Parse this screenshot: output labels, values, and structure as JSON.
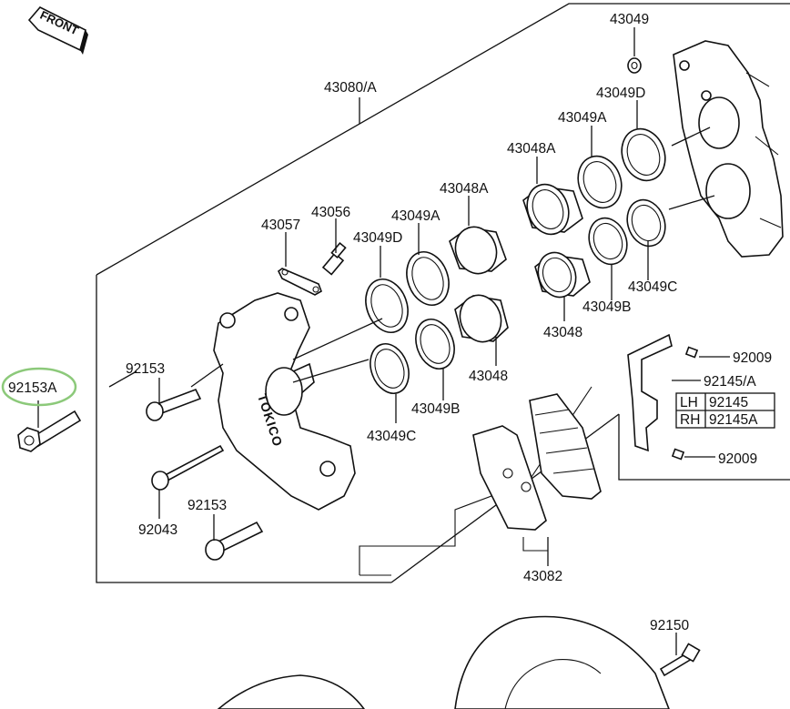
{
  "front_label": "FRONT",
  "caliper_brand": "TOKICO",
  "colors": {
    "highlight": "#8cc97a",
    "ink": "#111111"
  },
  "parts": {
    "p43049_top": "43049",
    "p43080": "43080/A",
    "p43049D_r": "43049D",
    "p43049A_r": "43049A",
    "p43048A_r": "43048A",
    "p43048A_l": "43048A",
    "p43056": "43056",
    "p43057": "43057",
    "p43049A_l": "43049A",
    "p43049D_l": "43049D",
    "p92153_u": "92153",
    "p92153A": "92153A",
    "p43049C_r": "43049C",
    "p43049B_r": "43049B",
    "p43048_r": "43048",
    "p43048_l": "43048",
    "p43049B_l": "43049B",
    "p43049C_l": "43049C",
    "p92009_u": "92009",
    "p92145A": "92145/A",
    "p92009_l": "92009",
    "p92043": "92043",
    "p92153_l": "92153",
    "p43082": "43082",
    "p92150": "92150"
  },
  "table": {
    "rows": [
      {
        "side": "LH",
        "part": "92145"
      },
      {
        "side": "RH",
        "part": "92145A"
      }
    ]
  }
}
